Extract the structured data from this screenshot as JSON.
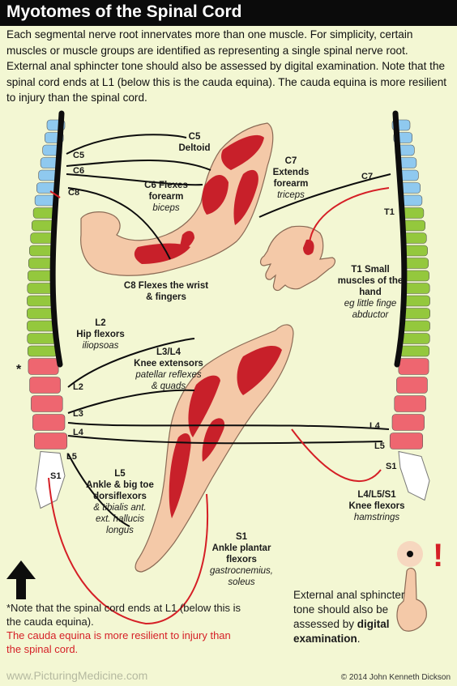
{
  "title": "Myotomes of the Spinal Cord",
  "intro": "Each segmental nerve root innervates more than one muscle. For simplicity, certain muscles or muscle groups are identified as representing a single spinal nerve root. External anal sphincter tone should also be assessed by digital examination. Note that the spinal cord ends at L1 (below this is the cauda equina). The cauda equina is more resilient to injury than the spinal cord.",
  "left_segments": {
    "c5": "C5",
    "c6": "C6",
    "c8": "C8",
    "l2": "L2",
    "l3": "L3",
    "l4": "L4",
    "l5": "L5",
    "s1": "S1"
  },
  "right_segments": {
    "c7": "C7",
    "t1": "T1",
    "l4": "L4",
    "l5": "L5",
    "s1": "S1"
  },
  "asterisk": "*",
  "myotomes": {
    "c5": {
      "root": "C5",
      "action": "Deltoid"
    },
    "c6": {
      "action": "C6 Flexes forearm",
      "muscle": "biceps"
    },
    "c7": {
      "root": "C7",
      "action": "Extends forearm",
      "muscle": "triceps"
    },
    "c8": {
      "action": "C8 Flexes the wrist & fingers"
    },
    "t1": {
      "action": "T1 Small muscles of the hand",
      "muscle": "eg little finge abductor"
    },
    "l2": {
      "root": "L2",
      "action": "Hip flexors",
      "muscle": "iliopsoas"
    },
    "l3l4": {
      "root": "L3/L4",
      "action": "Knee extensors",
      "muscle1": "patellar reflexes",
      "muscle2": "& quads"
    },
    "l5": {
      "root": "L5",
      "action": "Ankle & big toe dorsiflexors",
      "muscle1": "& tibialis ant.",
      "muscle2": "ext. hallucis",
      "muscle3": "longus"
    },
    "s1": {
      "root": "S1",
      "action": "Ankle plantar flexors",
      "muscle1": "gastrocnemius,",
      "muscle2": "soleus"
    },
    "l4l5s1": {
      "root": "L4/L5/S1",
      "action": "Knee flexors",
      "muscle": "hamstrings"
    }
  },
  "note": {
    "line1": "*Note that the spinal cord ends at L1 (below this is the cauda equina).",
    "line2": "The cauda equina is more resilient to injury than the spinal cord."
  },
  "external": {
    "text": "External anal sphincter tone should also be assessed by ",
    "bold": "digital examination",
    "end": "."
  },
  "exclamation": "!",
  "credit": "www.PicturingMedicine.com",
  "copyright": "© 2014 John Kenneth Dickson",
  "colors": {
    "cervical": "#8fc9ef",
    "thoracic": "#94c83d",
    "lumbar": "#ee6670",
    "sacral": "#ffffff",
    "skin": "#f4c9a8",
    "muscle": "#c8202a",
    "nerve_red": "#d51f26",
    "cord": "#0d0d0d"
  }
}
